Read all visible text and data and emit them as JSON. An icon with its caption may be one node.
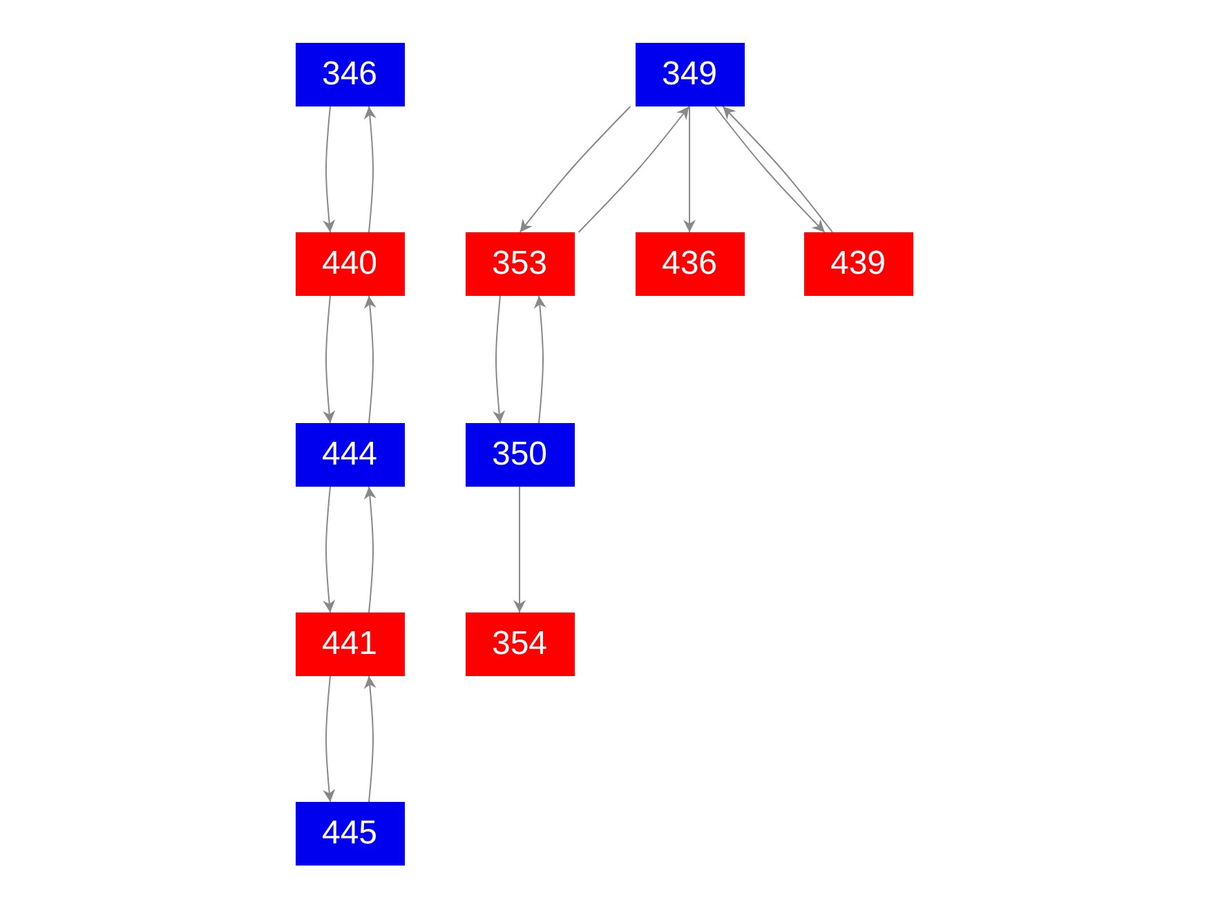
{
  "diagram": {
    "nodes": [
      {
        "text": [
          "346"
        ]
      },
      {
        "text": [
          "440"
        ]
      },
      {
        "text": [
          "444"
        ]
      },
      {
        "text": [
          "441"
        ]
      },
      {
        "text": [
          "445"
        ]
      },
      {
        "text": [
          "349"
        ]
      },
      {
        "text": [
          "353"
        ]
      },
      {
        "text": [
          "436"
        ]
      },
      {
        "text": [
          "439"
        ]
      },
      {
        "text": [
          "350"
        ]
      },
      {
        "text": [
          "354"
        ]
      }
    ],
    "edges": [
      {
        "from": 0,
        "to": 1,
        "arrow": "to"
      },
      {
        "from": 1,
        "to": 0,
        "arrow": "to"
      },
      {
        "from": 1,
        "to": 2,
        "arrow": "to"
      },
      {
        "from": 2,
        "to": 1,
        "arrow": "to"
      },
      {
        "from": 2,
        "to": 3,
        "arrow": "to"
      },
      {
        "from": 3,
        "to": 2,
        "arrow": "to"
      },
      {
        "from": 3,
        "to": 4,
        "arrow": "to"
      },
      {
        "from": 4,
        "to": 3,
        "arrow": "to"
      },
      {
        "from": 5,
        "to": 6,
        "arrow": "to"
      },
      {
        "from": 6,
        "to": 5,
        "arrow": "to"
      },
      {
        "from": 5,
        "to": 7,
        "arrow": "to"
      },
      {
        "from": 5,
        "to": 8,
        "arrow": "to"
      },
      {
        "from": 8,
        "to": 5,
        "arrow": "to"
      },
      {
        "from": 6,
        "to": 9,
        "arrow": "to"
      },
      {
        "from": 9,
        "to": 6,
        "arrow": "to"
      },
      {
        "from": 9,
        "to": 10,
        "arrow": "to"
      }
    ]
  }
}
